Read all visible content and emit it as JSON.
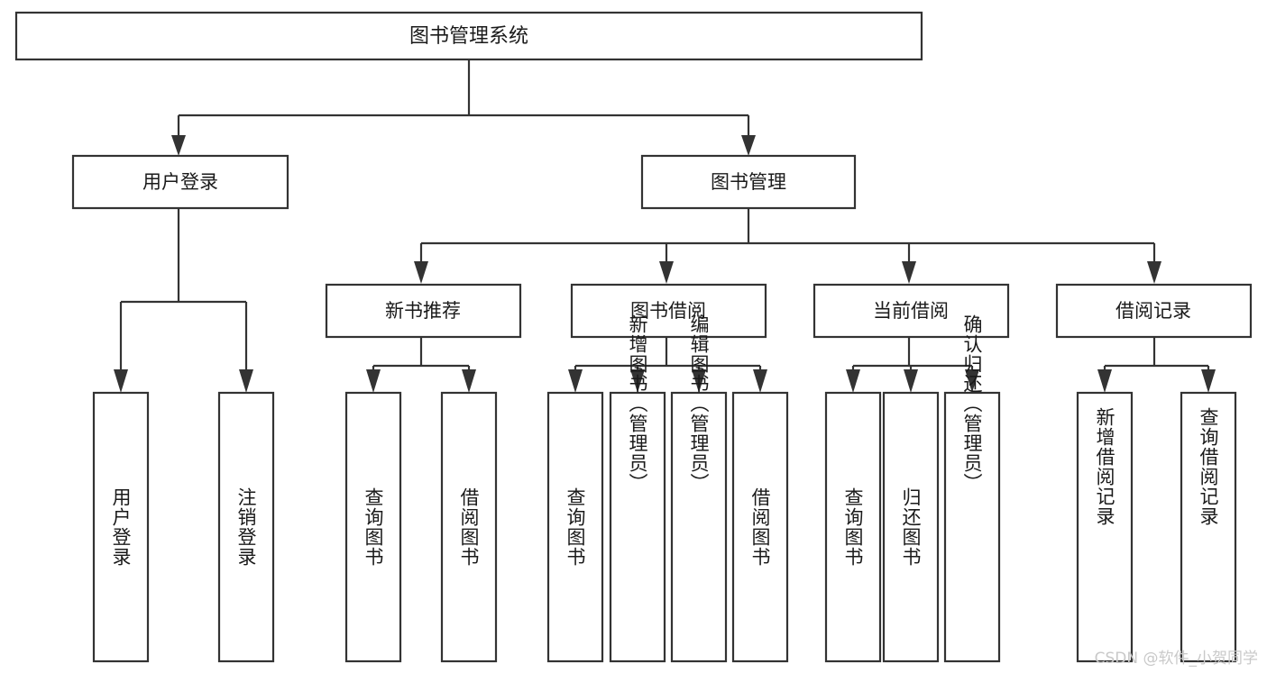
{
  "diagram": {
    "type": "tree-hierarchy-chart",
    "title": "图书管理系统",
    "background_color": "#ffffff",
    "stroke_color": "#333333",
    "box_fill": "#ffffff",
    "text_color": "#1a1a1a",
    "levels": 4,
    "root": {
      "label": "图书管理系统",
      "orientation": "horizontal"
    },
    "level2": [
      {
        "label": "用户登录",
        "orientation": "horizontal"
      },
      {
        "label": "图书管理",
        "orientation": "horizontal"
      }
    ],
    "level3": [
      {
        "label": "新书推荐",
        "orientation": "horizontal",
        "parent": "图书管理"
      },
      {
        "label": "图书借阅",
        "orientation": "horizontal",
        "parent": "图书管理"
      },
      {
        "label": "当前借阅",
        "orientation": "horizontal",
        "parent": "图书管理"
      },
      {
        "label": "借阅记录",
        "orientation": "horizontal",
        "parent": "图书管理"
      }
    ],
    "leaves": {
      "user_login": [
        {
          "label": "用户登录",
          "orientation": "vertical"
        },
        {
          "label": "注销登录",
          "orientation": "vertical"
        }
      ],
      "new_book_recommend": [
        {
          "label": "查询图书",
          "orientation": "vertical"
        },
        {
          "label": "借阅图书",
          "orientation": "vertical"
        }
      ],
      "book_borrow": [
        {
          "label": "查询图书",
          "orientation": "vertical"
        },
        {
          "label": "新增图书（管理员）",
          "orientation": "vertical"
        },
        {
          "label": "编辑图书（管理员）",
          "orientation": "vertical"
        },
        {
          "label": "借阅图书",
          "orientation": "vertical"
        }
      ],
      "current_borrow": [
        {
          "label": "查询图书",
          "orientation": "vertical"
        },
        {
          "label": "归还图书",
          "orientation": "vertical"
        },
        {
          "label": "确认归还（管理员）",
          "orientation": "vertical"
        }
      ],
      "borrow_record": [
        {
          "label": "新增借阅记录",
          "orientation": "vertical"
        },
        {
          "label": "查询借阅记录",
          "orientation": "vertical"
        }
      ]
    }
  },
  "watermark": {
    "text": "CSDN @软件_小贺同学"
  }
}
